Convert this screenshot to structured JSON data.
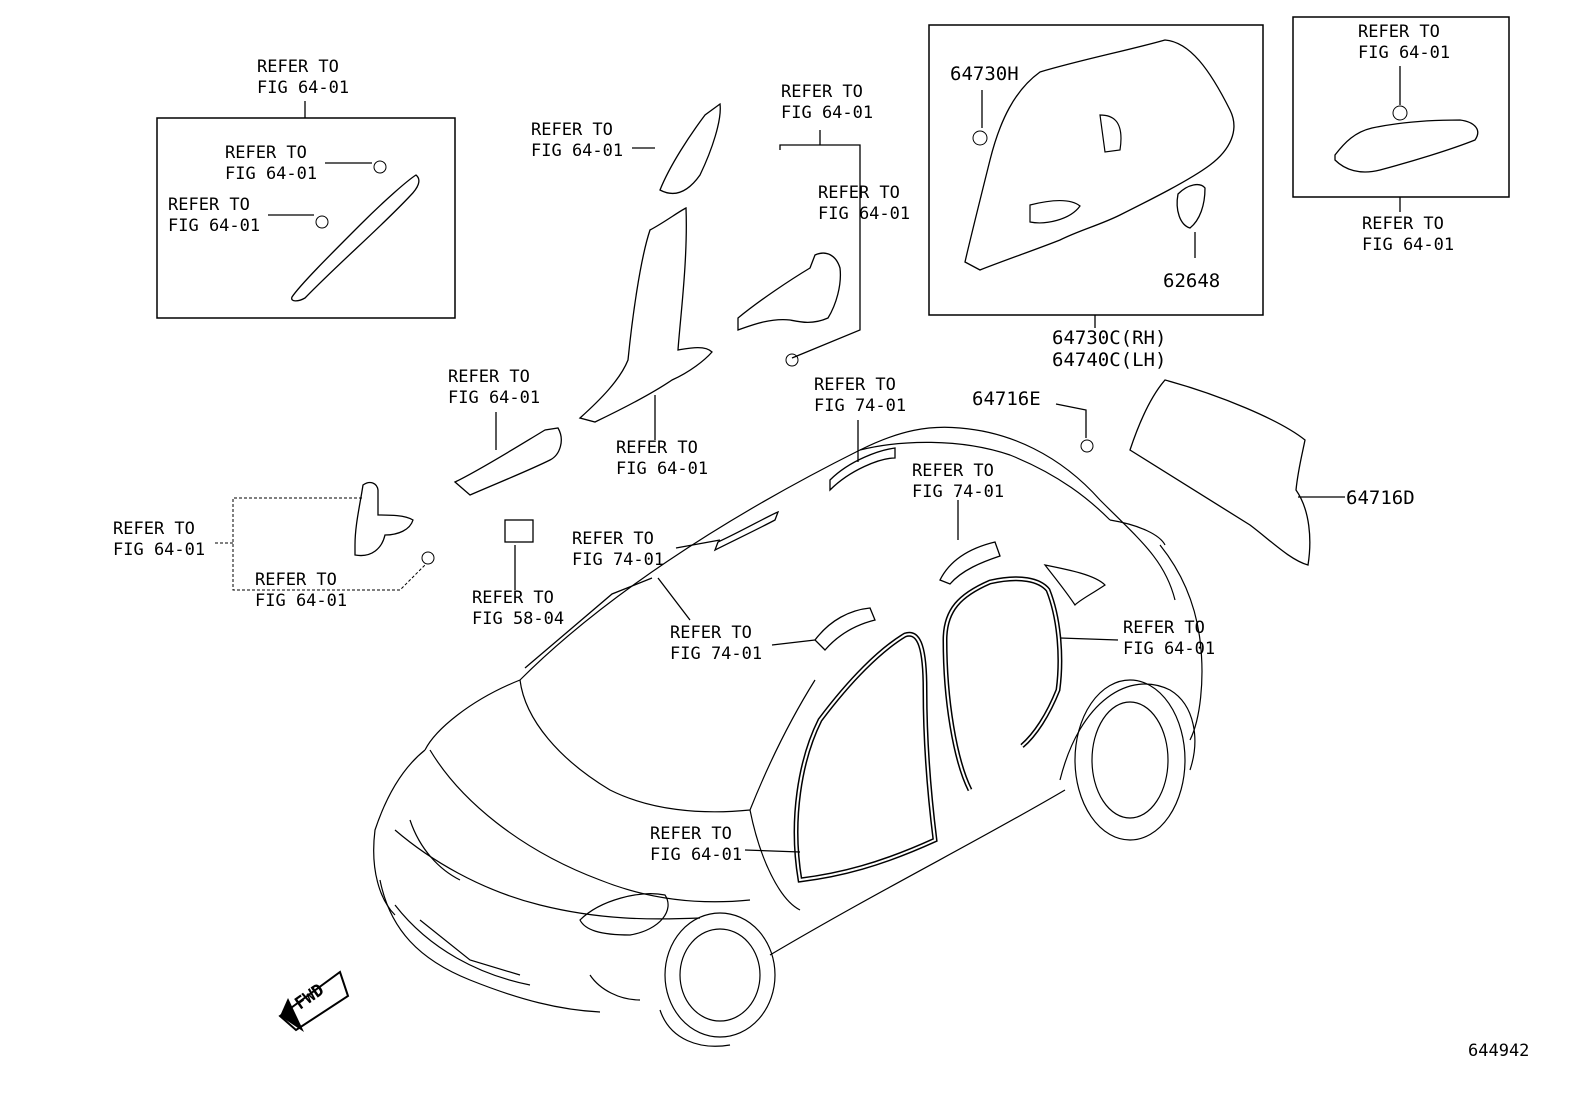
{
  "diagram_id": "644942",
  "fwd_label": "FWD",
  "refers": [
    {
      "l1": "REFER TO",
      "l2": "FIG 64-01"
    },
    {
      "l1": "REFER TO",
      "l2": "FIG 64-01"
    },
    {
      "l1": "REFER TO",
      "l2": "FIG 64-01"
    },
    {
      "l1": "REFER TO",
      "l2": "FIG 64-01"
    },
    {
      "l1": "REFER TO",
      "l2": "FIG 64-01"
    },
    {
      "l1": "REFER TO",
      "l2": "FIG 64-01"
    },
    {
      "l1": "REFER TO",
      "l2": "FIG 64-01"
    },
    {
      "l1": "REFER TO",
      "l2": "FIG 64-01"
    },
    {
      "l1": "REFER TO",
      "l2": "FIG 64-01"
    },
    {
      "l1": "REFER TO",
      "l2": "FIG 64-01"
    },
    {
      "l1": "REFER TO",
      "l2": "FIG 58-04"
    },
    {
      "l1": "REFER TO",
      "l2": "FIG 74-01"
    },
    {
      "l1": "REFER TO",
      "l2": "FIG 74-01"
    },
    {
      "l1": "REFER TO",
      "l2": "FIG 74-01"
    },
    {
      "l1": "REFER TO",
      "l2": "FIG 74-01"
    },
    {
      "l1": "REFER TO",
      "l2": "FIG 64-01"
    },
    {
      "l1": "REFER TO",
      "l2": "FIG 64-01"
    },
    {
      "l1": "REFER TO",
      "l2": "FIG 64-01"
    },
    {
      "l1": "REFER TO",
      "l2": "FIG 64-01"
    }
  ],
  "parts": {
    "p64730H": "64730H",
    "p62648": "62648",
    "p64730C": "64730C(RH)",
    "p64740C": "64740C(LH)",
    "p64716E": "64716E",
    "p64716D": "64716D"
  }
}
